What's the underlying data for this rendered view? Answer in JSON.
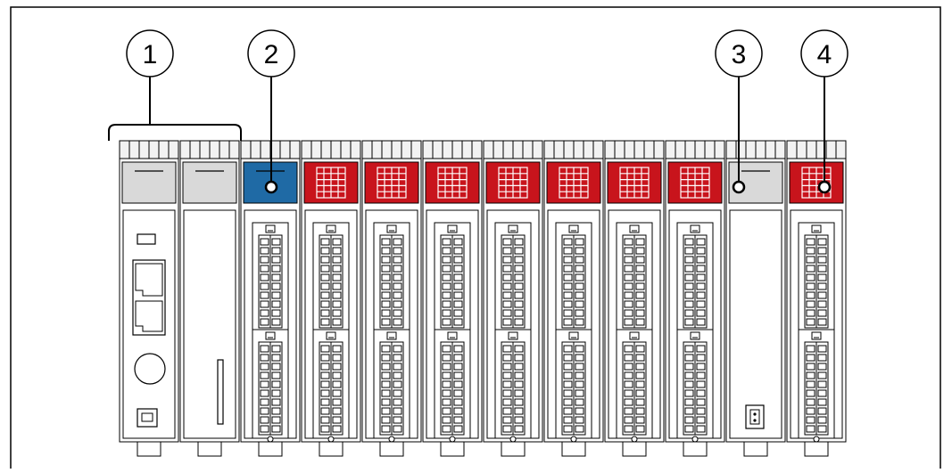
{
  "callouts": [
    {
      "number": "1",
      "target": "head-station-group"
    },
    {
      "number": "2",
      "target": "blue-module-led"
    },
    {
      "number": "3",
      "target": "grey-module-led"
    },
    {
      "number": "4",
      "target": "red-module-led"
    }
  ],
  "modules": [
    {
      "kind": "head-network",
      "label_color": "#d9d9d9"
    },
    {
      "kind": "head-blank",
      "label_color": "#d9d9d9"
    },
    {
      "kind": "io",
      "label_color": "#1f6aa5"
    },
    {
      "kind": "io",
      "label_color": "#c8141c"
    },
    {
      "kind": "io",
      "label_color": "#c8141c"
    },
    {
      "kind": "io",
      "label_color": "#c8141c"
    },
    {
      "kind": "io",
      "label_color": "#c8141c"
    },
    {
      "kind": "io",
      "label_color": "#c8141c"
    },
    {
      "kind": "io",
      "label_color": "#c8141c"
    },
    {
      "kind": "io",
      "label_color": "#c8141c"
    },
    {
      "kind": "power",
      "label_color": "#d9d9d9"
    },
    {
      "kind": "io",
      "label_color": "#c8141c"
    }
  ],
  "colors": {
    "outline": "#000000",
    "grey_label": "#d9d9d9",
    "blue_label": "#1f6aa5",
    "red_label": "#c8141c",
    "module_body": "#ffffff",
    "top_rail": "#f2f2f2"
  },
  "icons": [
    "rj45-port-icon",
    "round-button-icon",
    "usb-port-icon",
    "sd-card-slot-icon",
    "terminal-block-icon",
    "power-connector-icon"
  ]
}
